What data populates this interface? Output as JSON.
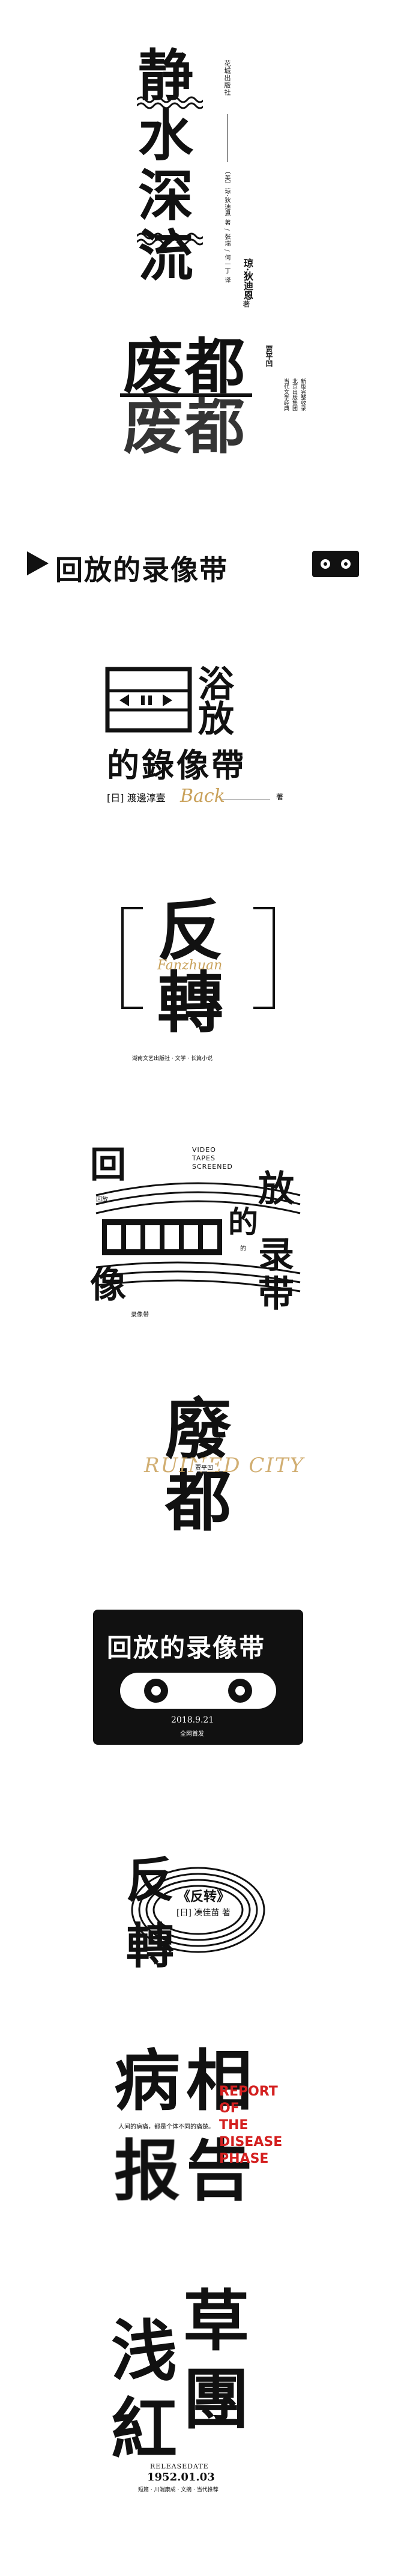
{
  "p1": {
    "title_chars": [
      "静",
      "水",
      "深",
      "流"
    ],
    "side_label": "花城出版社",
    "side_line": "〔美〕琼·狄迪恩 著 / 张瑞 / 何一丁 译",
    "author": "琼·狄迪恩",
    "author_suffix": "著"
  },
  "p2": {
    "row1": [
      "废",
      "都"
    ],
    "row2": [
      "废",
      "都"
    ],
    "author": "贾平凹",
    "side_text": [
      "当代文学经典",
      "北京出版集团",
      "新版完整收录"
    ]
  },
  "p3": {
    "text": "回放的录像带"
  },
  "p4": {
    "right_chars": [
      "浴",
      "放"
    ],
    "line2": "的錄像帶",
    "author_tag": "[日] 渡邊淳壹",
    "author_suffix": "著",
    "script": "Back"
  },
  "p5": {
    "chars": [
      "反",
      "轉"
    ],
    "script": "Fanzhuan",
    "footer": "湖南文艺出版社 · 文学 · 长篇小说"
  },
  "p6": {
    "english": [
      "VIDEO",
      "TAPES",
      "SCREENED"
    ],
    "chars": [
      "回",
      "放",
      "的",
      "录",
      "像",
      "带"
    ],
    "small_cn": "回放",
    "small_cn2": "的",
    "small_tag": "录像带"
  },
  "p7": {
    "chars": [
      "廢",
      "都"
    ],
    "script": "RUINED CITY",
    "label": "贾平凹"
  },
  "p8": {
    "title": "回放的录像带",
    "date": "2018.9.21",
    "sub": "全网首发"
  },
  "p9": {
    "book": "《反转》",
    "author": "[日] 凑佳苗 著",
    "chars": [
      "反",
      "轉"
    ]
  },
  "p10": {
    "chars": [
      "病",
      "相",
      "报",
      "告"
    ],
    "red_lines": [
      "REPORT",
      "OF",
      "THE",
      "DISEASE",
      "PHASE"
    ],
    "note": "人间的病痛，都是个体不同的痛楚。"
  },
  "p11": {
    "chars": [
      "浅",
      "草",
      "紅",
      "團"
    ],
    "release": "RELEASEDATE",
    "date": "1952.01.03",
    "footer": "短篇 · 川端康成 · 文摘 · 当代推荐"
  }
}
